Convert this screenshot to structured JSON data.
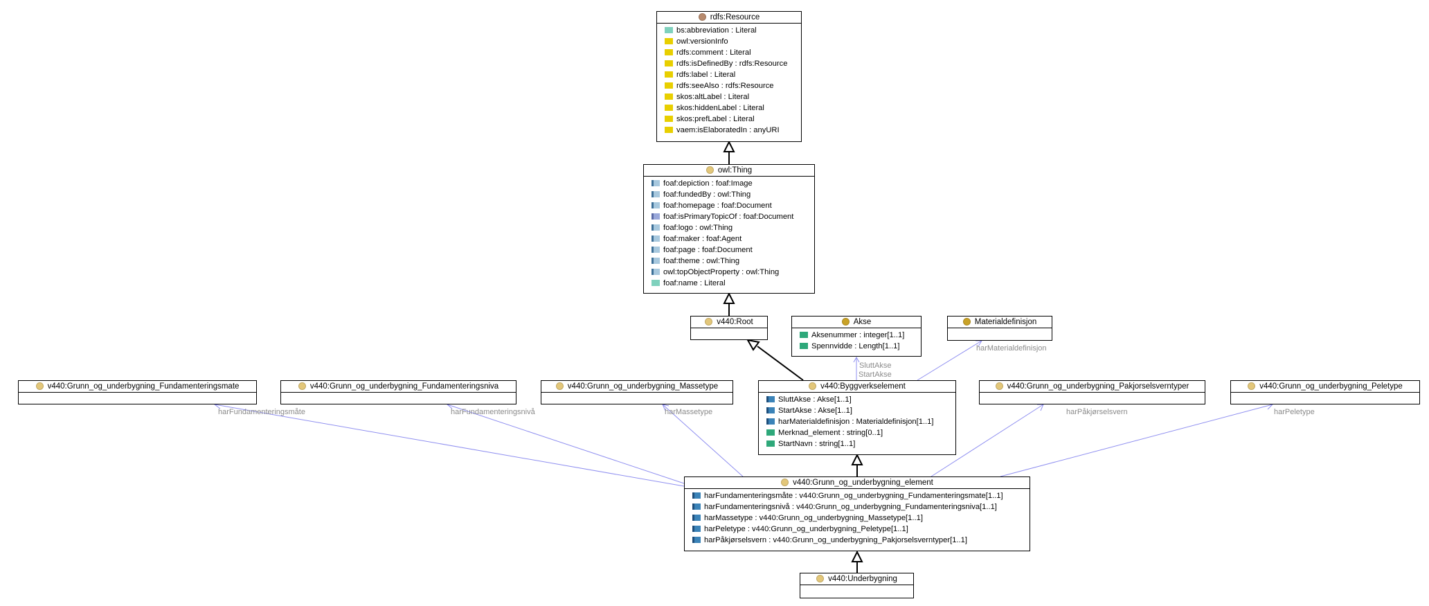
{
  "colors": {
    "resource_dot": "#b78a6d",
    "class_dot": "#e3c77a",
    "external_dot": "#c9a227",
    "association_line": "#8f8ff0",
    "label_text": "#8a8a8a"
  },
  "classes": {
    "resource": {
      "title": "rdfs:Resource",
      "attributes": [
        {
          "text": "bs:abbreviation : Literal",
          "icon": "data-property-icon"
        },
        {
          "text": "owl:versionInfo",
          "icon": "annotation-property-icon"
        },
        {
          "text": "rdfs:comment : Literal",
          "icon": "annotation-property-icon"
        },
        {
          "text": "rdfs:isDefinedBy : rdfs:Resource",
          "icon": "annotation-property-icon"
        },
        {
          "text": "rdfs:label : Literal",
          "icon": "annotation-property-icon"
        },
        {
          "text": "rdfs:seeAlso : rdfs:Resource",
          "icon": "annotation-property-icon"
        },
        {
          "text": "skos:altLabel : Literal",
          "icon": "annotation-property-icon"
        },
        {
          "text": "skos:hiddenLabel : Literal",
          "icon": "annotation-property-icon"
        },
        {
          "text": "skos:prefLabel : Literal",
          "icon": "annotation-property-icon"
        },
        {
          "text": "vaem:isElaboratedIn : anyURI",
          "icon": "annotation-property-icon"
        }
      ]
    },
    "thing": {
      "title": "owl:Thing",
      "attributes": [
        {
          "text": "foaf:depiction : foaf:Image",
          "icon": "object-property-icon"
        },
        {
          "text": "foaf:fundedBy : owl:Thing",
          "icon": "object-property-icon"
        },
        {
          "text": "foaf:homepage : foaf:Document",
          "icon": "object-property-icon"
        },
        {
          "text": "foaf:isPrimaryTopicOf : foaf:Document",
          "icon": "inverse-property-icon"
        },
        {
          "text": "foaf:logo : owl:Thing",
          "icon": "object-property-icon"
        },
        {
          "text": "foaf:maker : foaf:Agent",
          "icon": "object-property-icon"
        },
        {
          "text": "foaf:page : foaf:Document",
          "icon": "object-property-icon"
        },
        {
          "text": "foaf:theme : owl:Thing",
          "icon": "object-property-icon"
        },
        {
          "text": "owl:topObjectProperty : owl:Thing",
          "icon": "object-property-icon"
        },
        {
          "text": "foaf:name : Literal",
          "icon": "data-property-icon"
        }
      ]
    },
    "root": {
      "title": "v440:Root",
      "attributes": []
    },
    "akse": {
      "title": "Akse",
      "attributes": [
        {
          "text": "Aksenummer : integer[1..1]",
          "icon": "local-data-property-icon"
        },
        {
          "text": "Spennvidde : Length[1..1]",
          "icon": "local-data-property-icon"
        }
      ]
    },
    "materialdefinisjon": {
      "title": "Materialdefinisjon",
      "attributes": []
    },
    "fundamenteringsmate": {
      "title": "v440:Grunn_og_underbygning_Fundamenteringsmate",
      "attributes": []
    },
    "fundamenteringsniva": {
      "title": "v440:Grunn_og_underbygning_Fundamenteringsniva",
      "attributes": []
    },
    "massetype": {
      "title": "v440:Grunn_og_underbygning_Massetype",
      "attributes": []
    },
    "byggverkselement": {
      "title": "v440:Byggverkselement",
      "attributes": [
        {
          "text": "SluttAkse : Akse[1..1]",
          "icon": "local-object-property-icon"
        },
        {
          "text": "StartAkse : Akse[1..1]",
          "icon": "local-object-property-icon"
        },
        {
          "text": "harMaterialdefinisjon : Materialdefinisjon[1..1]",
          "icon": "local-object-property-icon"
        },
        {
          "text": "Merknad_element : string[0..1]",
          "icon": "local-data-property-icon"
        },
        {
          "text": "StartNavn : string[1..1]",
          "icon": "local-data-property-icon"
        }
      ]
    },
    "pakjorselsverntyper": {
      "title": "v440:Grunn_og_underbygning_Pakjorselsverntyper",
      "attributes": []
    },
    "peletype": {
      "title": "v440:Grunn_og_underbygning_Peletype",
      "attributes": []
    },
    "element": {
      "title": "v440:Grunn_og_underbygning_element",
      "attributes": [
        {
          "text": "harFundamenteringsmåte : v440:Grunn_og_underbygning_Fundamenteringsmate[1..1]",
          "icon": "local-object-property-icon"
        },
        {
          "text": "harFundamenteringsnivå : v440:Grunn_og_underbygning_Fundamenteringsniva[1..1]",
          "icon": "local-object-property-icon"
        },
        {
          "text": "harMassetype : v440:Grunn_og_underbygning_Massetype[1..1]",
          "icon": "local-object-property-icon"
        },
        {
          "text": "harPeletype : v440:Grunn_og_underbygning_Peletype[1..1]",
          "icon": "local-object-property-icon"
        },
        {
          "text": "harPåkjørselsvern : v440:Grunn_og_underbygning_Pakjorselsverntyper[1..1]",
          "icon": "local-object-property-icon"
        }
      ]
    },
    "underbygning": {
      "title": "v440:Underbygning",
      "attributes": []
    }
  },
  "edge_labels": {
    "harFundamenteringsmate": "harFundamenteringsmåte",
    "harFundamenteringsniva": "harFundamenteringsnivå",
    "harMassetype": "harMassetype",
    "harPakjorselsvern": "harPåkjørselsvern",
    "harPeletype": "harPeletype",
    "harMaterialdefinisjon": "harMaterialdefinisjon",
    "sluttAkse": "SluttAkse",
    "startAkse": "StartAkse"
  }
}
